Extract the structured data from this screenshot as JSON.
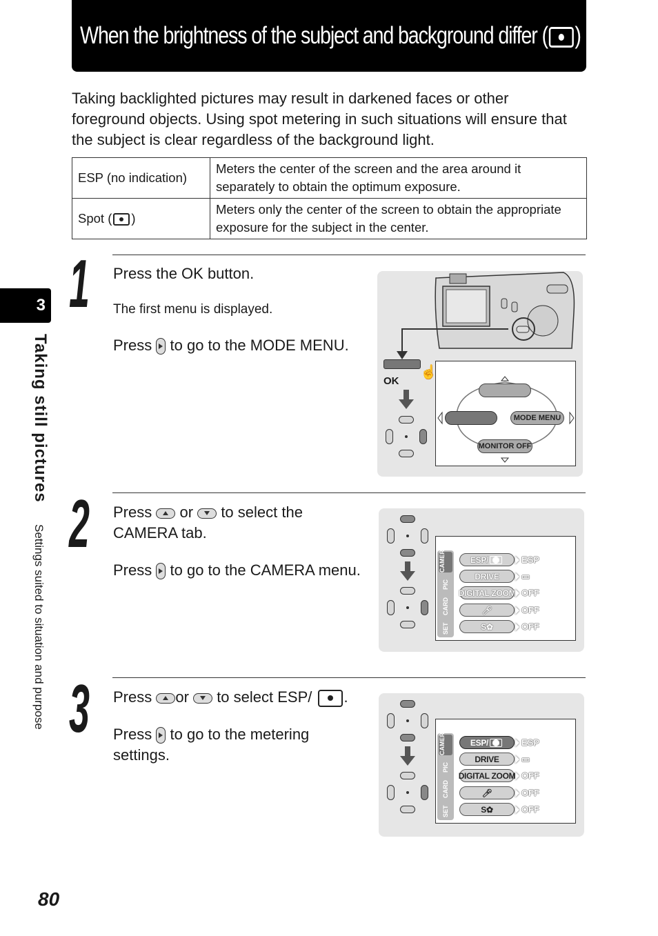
{
  "header": {
    "title": "When the brightness of the subject and background differ (",
    "title_close": ")"
  },
  "intro": "Taking backlighted pictures may result in darkened faces or other foreground objects. Using spot metering in such situations will ensure that the subject is clear regardless of the background light.",
  "modes_table": [
    {
      "mode": "ESP (no indication)",
      "desc": "Meters the center of the screen and the area around it separately to obtain the optimum exposure."
    },
    {
      "mode_prefix": "Spot (",
      "mode_suffix": ")",
      "desc": "Meters only the center of the screen to obtain the appropriate exposure for the subject in the center."
    }
  ],
  "sidebar": {
    "chapter_number": "3",
    "chapter_title": "Taking still pictures",
    "subtitle": "Settings suited to situation and purpose"
  },
  "page_number": "80",
  "steps": [
    {
      "number": "1",
      "line1": "Press the OK button.",
      "note": "The first menu is displayed.",
      "line2_a": "Press",
      "line2_b": "to go to the MODE MENU.",
      "screen": {
        "ok_label": "OK",
        "mode_menu": "MODE MENU",
        "monitor_off": "MONITOR OFF"
      }
    },
    {
      "number": "2",
      "line1_a": "Press",
      "line1_b": "or",
      "line1_c": "to select the CAMERA tab.",
      "line2_a": "Press",
      "line2_b": "to go to the CAMERA menu."
    },
    {
      "number": "3",
      "line1_a": "Press",
      "line1_b": "or",
      "line1_c": "to select ESP/",
      "line1_end": ".",
      "line2_a": "Press",
      "line2_b": "to go to the metering settings."
    }
  ],
  "camera_menu": {
    "tabs": [
      "CAMERA",
      "PIC",
      "CARD",
      "SET"
    ],
    "items": [
      {
        "label": "ESP/",
        "value": "ESP"
      },
      {
        "label": "DRIVE",
        "value": ""
      },
      {
        "label": "DIGITAL ZOOM",
        "value": "OFF"
      },
      {
        "label": "",
        "value": "OFF"
      },
      {
        "label": "S",
        "value": "OFF"
      }
    ]
  }
}
